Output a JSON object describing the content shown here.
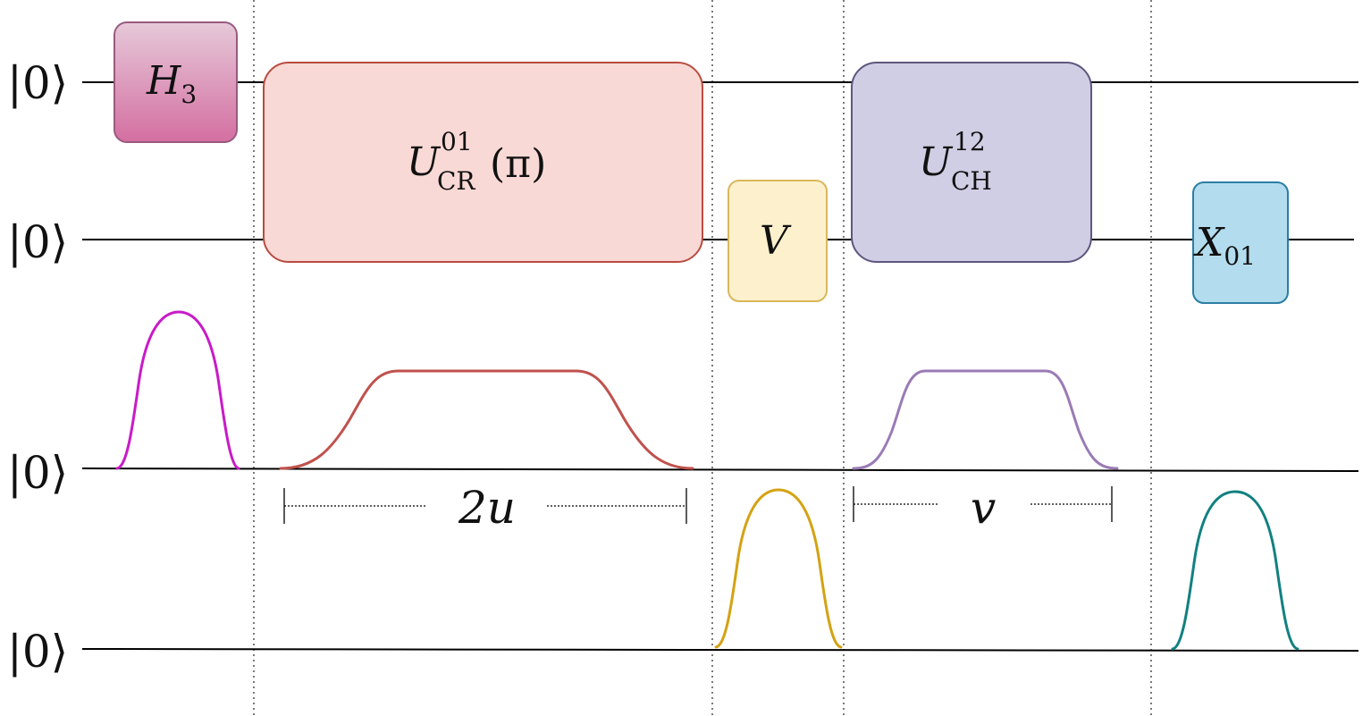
{
  "wires": [
    {
      "label": "|0⟩"
    },
    {
      "label": "|0⟩"
    },
    {
      "label": "|0⟩"
    },
    {
      "label": "|0⟩"
    }
  ],
  "gates": {
    "h3": {
      "symbol": "H",
      "sub": "3",
      "fill_top": "#e6c9d9",
      "fill_bottom": "#d46fa1",
      "stroke": "#9a5a80"
    },
    "ucr": {
      "symbol": "U",
      "sup": "01",
      "sub": "CR",
      "arg": "(π)",
      "fill": "#f9d9d5",
      "stroke": "#b84c41"
    },
    "v": {
      "symbol": "V",
      "fill": "#fdf1cd",
      "stroke": "#d8b85a"
    },
    "uch": {
      "symbol": "U",
      "sup": "12",
      "sub": "CH",
      "fill": "#d0cee4",
      "stroke": "#5f567e"
    },
    "x01": {
      "symbol": "X",
      "sub": "01",
      "fill": "#b3ddef",
      "stroke": "#2b7ea3"
    }
  },
  "durations": {
    "cr": "2u",
    "ch": "v"
  },
  "pulse_colors": {
    "h3": "#c81bc8",
    "cr": "#c0514d",
    "v": "#d4a212",
    "ch": "#9a7bb5",
    "x01": "#128080"
  }
}
